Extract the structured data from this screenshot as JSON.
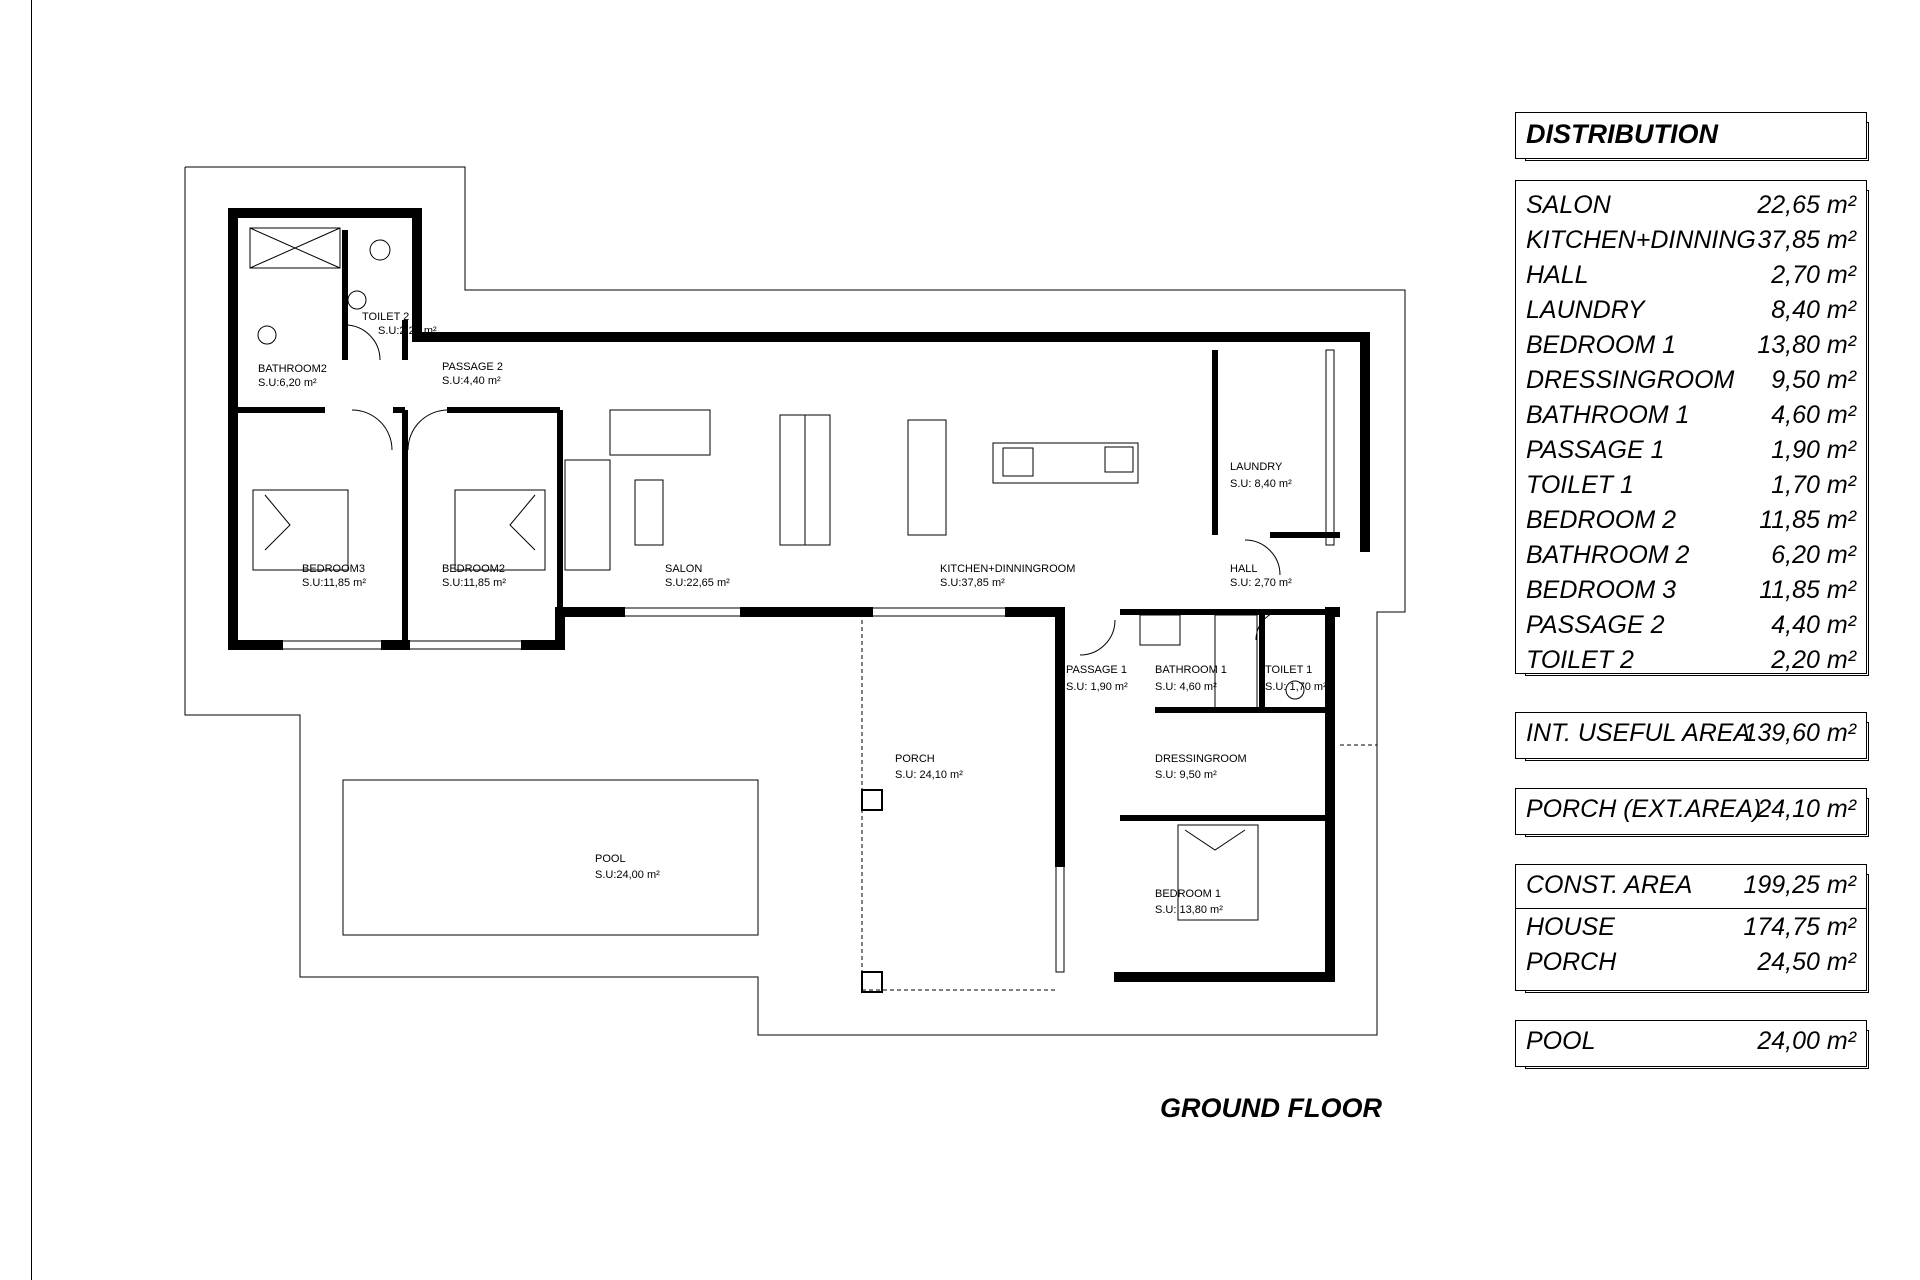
{
  "plan_title": "GROUND FLOOR",
  "rooms": {
    "toilet2": {
      "name": "TOILET 2",
      "area": "S.U:2,20 m²"
    },
    "bathroom2": {
      "name": "BATHROOM2",
      "area": "S.U:6,20 m²"
    },
    "passage2": {
      "name": "PASSAGE 2",
      "area": "S.U:4,40 m²"
    },
    "bedroom3": {
      "name": "BEDROOM3",
      "area": "S.U:11,85 m²"
    },
    "bedroom2": {
      "name": "BEDROOM2",
      "area": "S.U:11,85 m²"
    },
    "salon": {
      "name": "SALON",
      "area": "S.U:22,65 m²"
    },
    "kitchen": {
      "name": "KITCHEN+DINNINGROOM",
      "area": "S.U:37,85 m²"
    },
    "laundry": {
      "name": "LAUNDRY",
      "area": "S.U: 8,40 m²"
    },
    "hall": {
      "name": "HALL",
      "area": "S.U: 2,70 m²"
    },
    "passage1": {
      "name": "PASSAGE 1",
      "area": "S.U: 1,90 m²"
    },
    "bathroom1": {
      "name": "BATHROOM 1",
      "area": "S.U: 4,60 m²"
    },
    "toilet1": {
      "name": "TOILET 1",
      "area": "S.U: 1,70 m²"
    },
    "dressingroom": {
      "name": "DRESSINGROOM",
      "area": "S.U: 9,50 m²"
    },
    "bedroom1": {
      "name": "BEDROOM 1",
      "area": "S.U: 13,80 m²"
    },
    "porch": {
      "name": "PORCH",
      "area": "S.U: 24,10 m²"
    },
    "pool": {
      "name": "POOL",
      "area": "S.U:24,00 m²"
    }
  },
  "distribution": {
    "title": "DISTRIBUTION",
    "items": [
      {
        "label": "SALON",
        "value": "22,65 m²"
      },
      {
        "label": "KITCHEN+DINNING",
        "value": "37,85 m²"
      },
      {
        "label": "HALL",
        "value": "2,70 m²"
      },
      {
        "label": "LAUNDRY",
        "value": "8,40 m²"
      },
      {
        "label": "BEDROOM 1",
        "value": "13,80 m²"
      },
      {
        "label": "DRESSINGROOM",
        "value": "9,50 m²"
      },
      {
        "label": "BATHROOM 1",
        "value": "4,60 m²"
      },
      {
        "label": "PASSAGE 1",
        "value": "1,90 m²"
      },
      {
        "label": "TOILET 1",
        "value": "1,70 m²"
      },
      {
        "label": "BEDROOM 2",
        "value": "11,85 m²"
      },
      {
        "label": "BATHROOM 2",
        "value": "6,20 m²"
      },
      {
        "label": "BEDROOM 3",
        "value": "11,85 m²"
      },
      {
        "label": "PASSAGE 2",
        "value": "4,40 m²"
      },
      {
        "label": "TOILET 2",
        "value": "2,20 m²"
      }
    ]
  },
  "useful_area": {
    "label": "INT. USEFUL AREA",
    "value": "139,60 m²"
  },
  "porch_ext": {
    "label": "PORCH (EXT.AREA)",
    "value": "24,10 m²"
  },
  "const_area": {
    "total": {
      "label": "CONST. AREA",
      "value": "199,25 m²"
    },
    "house": {
      "label": "HOUSE",
      "value": "174,75 m²"
    },
    "porch": {
      "label": "PORCH",
      "value": "24,50 m²"
    }
  },
  "pool_area": {
    "label": "POOL",
    "value": "24,00 m²"
  }
}
